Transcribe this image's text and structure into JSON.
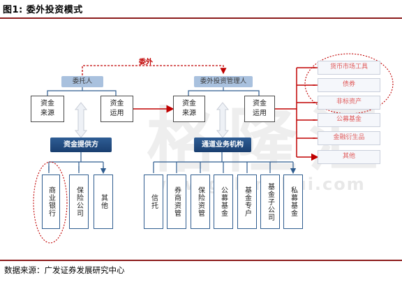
{
  "figure": {
    "title": "图1:  委外投资模式",
    "source": "数据来源：广发证券发展研究中心"
  },
  "watermark": {
    "text_cn": "格隆汇",
    "url": "www.gelonghui.com"
  },
  "diagram": {
    "delegate_label": "委外",
    "client": {
      "header": "委托人",
      "funds_source": "资金来源",
      "funds_use": "资金运用"
    },
    "manager": {
      "header": "委外投资管理人",
      "funds_source": "资金来源",
      "funds_use": "资金运用"
    },
    "fund_provider": "资金提供方",
    "channel": "通道业务机构",
    "providers": [
      "商业银行",
      "保险公司",
      "其他"
    ],
    "channels": [
      "信托",
      "券商资管",
      "保险资管",
      "公募基金",
      "基金专户",
      "基金子公司",
      "私募基金"
    ],
    "assets": [
      "货币市场工具",
      "债券",
      "非标资产",
      "公募基金",
      "金融衍生品",
      "其他"
    ]
  }
}
